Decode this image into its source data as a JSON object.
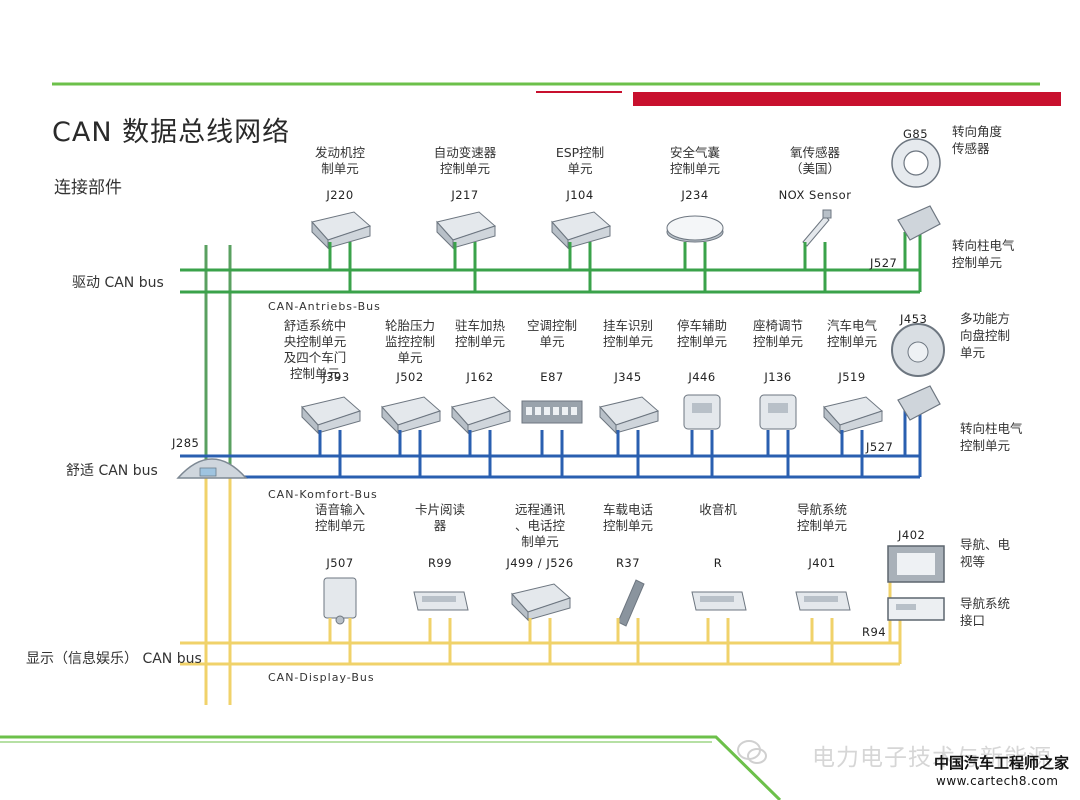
{
  "title": "CAN 数据总线网络",
  "subtitle": "连接部件",
  "colors": {
    "green_bus": "#3aa24a",
    "blue_bus": "#2a5fb0",
    "yellow_bus": "#f0d26a",
    "vertical_green": "#5aa060",
    "accent_red": "#c8102e",
    "accent_green": "#6cc04a"
  },
  "buses": {
    "drive": {
      "label": "驱动 CAN bus",
      "name": "CAN-Antriebs-Bus"
    },
    "comfort": {
      "label": "舒适 CAN bus",
      "name": "CAN-Komfort-Bus"
    },
    "display": {
      "label": "显示（信息娱乐） CAN bus",
      "name": "CAN-Display-Bus"
    }
  },
  "gateway": {
    "code": "J285"
  },
  "drive_devices": [
    {
      "name": "发动机控\n制单元",
      "code": "J220",
      "icon": "ecu-box-icon"
    },
    {
      "name": "自动变速器\n控制单元",
      "code": "J217",
      "icon": "transmission-icon"
    },
    {
      "name": "ESP控制\n单元",
      "code": "J104",
      "icon": "esp-module-icon"
    },
    {
      "name": "安全气囊\n控制单元",
      "code": "J234",
      "icon": "airbag-icon"
    },
    {
      "name": "氧传感器\n（美国）",
      "code": "NOX Sensor",
      "icon": "sensor-icon"
    }
  ],
  "comfort_devices": [
    {
      "name": "舒适系统中\n央控制单元\n及四个车门\n控制单元",
      "code": "J393",
      "icon": "ecu-box-icon"
    },
    {
      "name": "轮胎压力\n监控控制\n单元",
      "code": "J502",
      "icon": "tpms-icon"
    },
    {
      "name": "驻车加热\n控制单元",
      "code": "J162",
      "icon": "heater-icon"
    },
    {
      "name": "空调控制\n单元",
      "code": "E87",
      "icon": "climate-panel-icon"
    },
    {
      "name": "挂车识别\n控制单元",
      "code": "J345",
      "icon": "trailer-module-icon"
    },
    {
      "name": "停车辅助\n控制单元",
      "code": "J446",
      "icon": "park-assist-icon"
    },
    {
      "name": "座椅调节\n控制单元",
      "code": "J136",
      "icon": "seat-module-icon"
    },
    {
      "name": "汽车电气\n控制单元",
      "code": "J519",
      "icon": "body-control-icon"
    }
  ],
  "display_devices": [
    {
      "name": "语音输入\n控制单元",
      "code": "J507",
      "icon": "voice-module-icon"
    },
    {
      "name": "卡片阅读\n器",
      "code": "R99",
      "icon": "card-reader-icon"
    },
    {
      "name": "远程通讯\n、电话控\n制单元",
      "code": "J499 / J526",
      "icon": "telematics-icon"
    },
    {
      "name": "车载电话\n控制单元",
      "code": "R37",
      "icon": "phone-handset-icon"
    },
    {
      "name": "收音机",
      "code": "R",
      "icon": "radio-icon"
    },
    {
      "name": "导航系统\n控制单元",
      "code": "J401",
      "icon": "nav-module-icon"
    }
  ],
  "right_devices": {
    "g85": {
      "code": "G85",
      "name": "转向角度\n传感器"
    },
    "j527_drive": {
      "code": "J527",
      "name": "转向柱电气\n控制单元"
    },
    "j453": {
      "code": "J453",
      "name": "多功能方\n向盘控制\n单元"
    },
    "j527_comfort": {
      "code": "J527",
      "name": "转向柱电气\n控制单元"
    },
    "j402": {
      "code": "J402",
      "name": "导航、电\n视等"
    },
    "r94": {
      "code": "R94",
      "name": "导航系统\n接口"
    }
  },
  "watermark": {
    "text": "电力电子技术与新能源"
  },
  "logo": {
    "name": "中国汽车工程师之家",
    "url": "www.cartech8.com"
  }
}
